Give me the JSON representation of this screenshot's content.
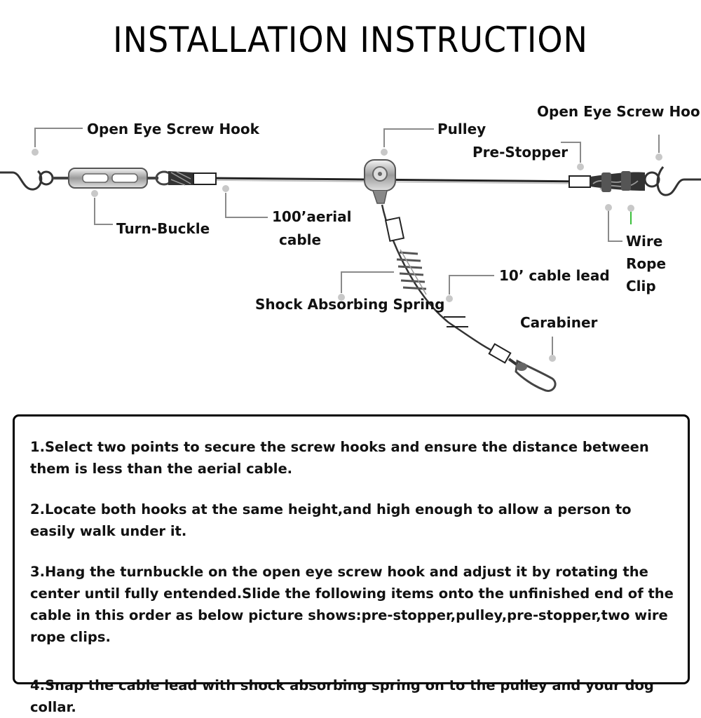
{
  "title": "INSTALLATION INSTRUCTION",
  "labels": {
    "hook_left": "Open Eye Screw Hook",
    "hook_right": "Open Eye Screw Hook",
    "pulley": "Pulley",
    "pre_stopper": "Pre-Stopper",
    "turn_buckle": "Turn-Buckle",
    "aerial_cable_1": "100’aerial",
    "aerial_cable_2": "cable",
    "wire_rope_clip_1": "Wire",
    "wire_rope_clip_2": "Rope",
    "wire_rope_clip_3": "Clip",
    "shock_spring": "Shock Absorbing Spring",
    "cable_lead": "10’ cable lead",
    "carabiner": "Carabiner"
  },
  "steps": [
    "1.Select two points to secure the screw hooks and ensure the distance between them is less than the aerial cable.",
    "2.Locate both hooks at the same height,and high enough to allow a person to easily walk under it.",
    "3.Hang the turnbuckle on the open eye screw hook and adjust it by rotating the center until fully entended.Slide the following items onto the unfinished end of the cable in this order as below picture shows:pre-stopper,pulley,pre-stopper,two wire rope clips.",
    "4.Snap the cable lead with shock absorbing spring on to the pulley and your dog collar."
  ],
  "colors": {
    "leader_line": "#8a8a8a",
    "leader_dot": "#c8c8c8",
    "clip_marker": "#3bbf3b"
  }
}
